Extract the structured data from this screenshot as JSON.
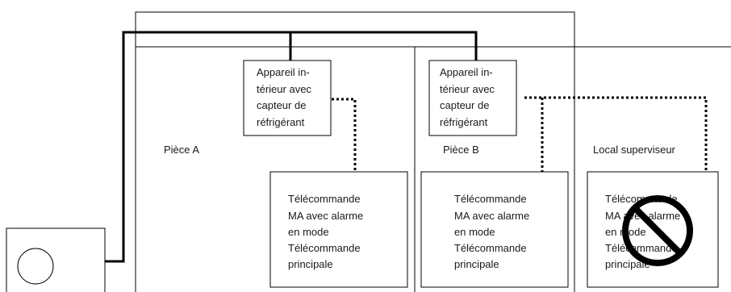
{
  "rooms": [
    {
      "label": "Pièce A"
    },
    {
      "label": "Pièce B"
    },
    {
      "label": "Local superviseur"
    }
  ],
  "indoor_units": [
    {
      "lines": [
        "Appareil in-",
        "térieur avec",
        "capteur de",
        "réfrigérant"
      ]
    },
    {
      "lines": [
        "Appareil in-",
        "térieur avec",
        "capteur de",
        "réfrigérant"
      ]
    }
  ],
  "remotes": [
    {
      "lines": [
        "Télécommande",
        "MA avec alarme",
        "en mode",
        "Télécommande",
        "principale"
      ],
      "prohibited": false
    },
    {
      "lines": [
        "Télécommande",
        "MA avec alarme",
        "en mode",
        "Télécommande",
        "principale"
      ],
      "prohibited": false
    },
    {
      "lines": [
        "Télécommande",
        "MA avec alarme",
        "en mode",
        "Télécommande",
        "principale"
      ],
      "prohibited": true,
      "overlay_icon": "prohibited-icon"
    }
  ],
  "outdoor_unit": {
    "icon": "fan-icon"
  }
}
